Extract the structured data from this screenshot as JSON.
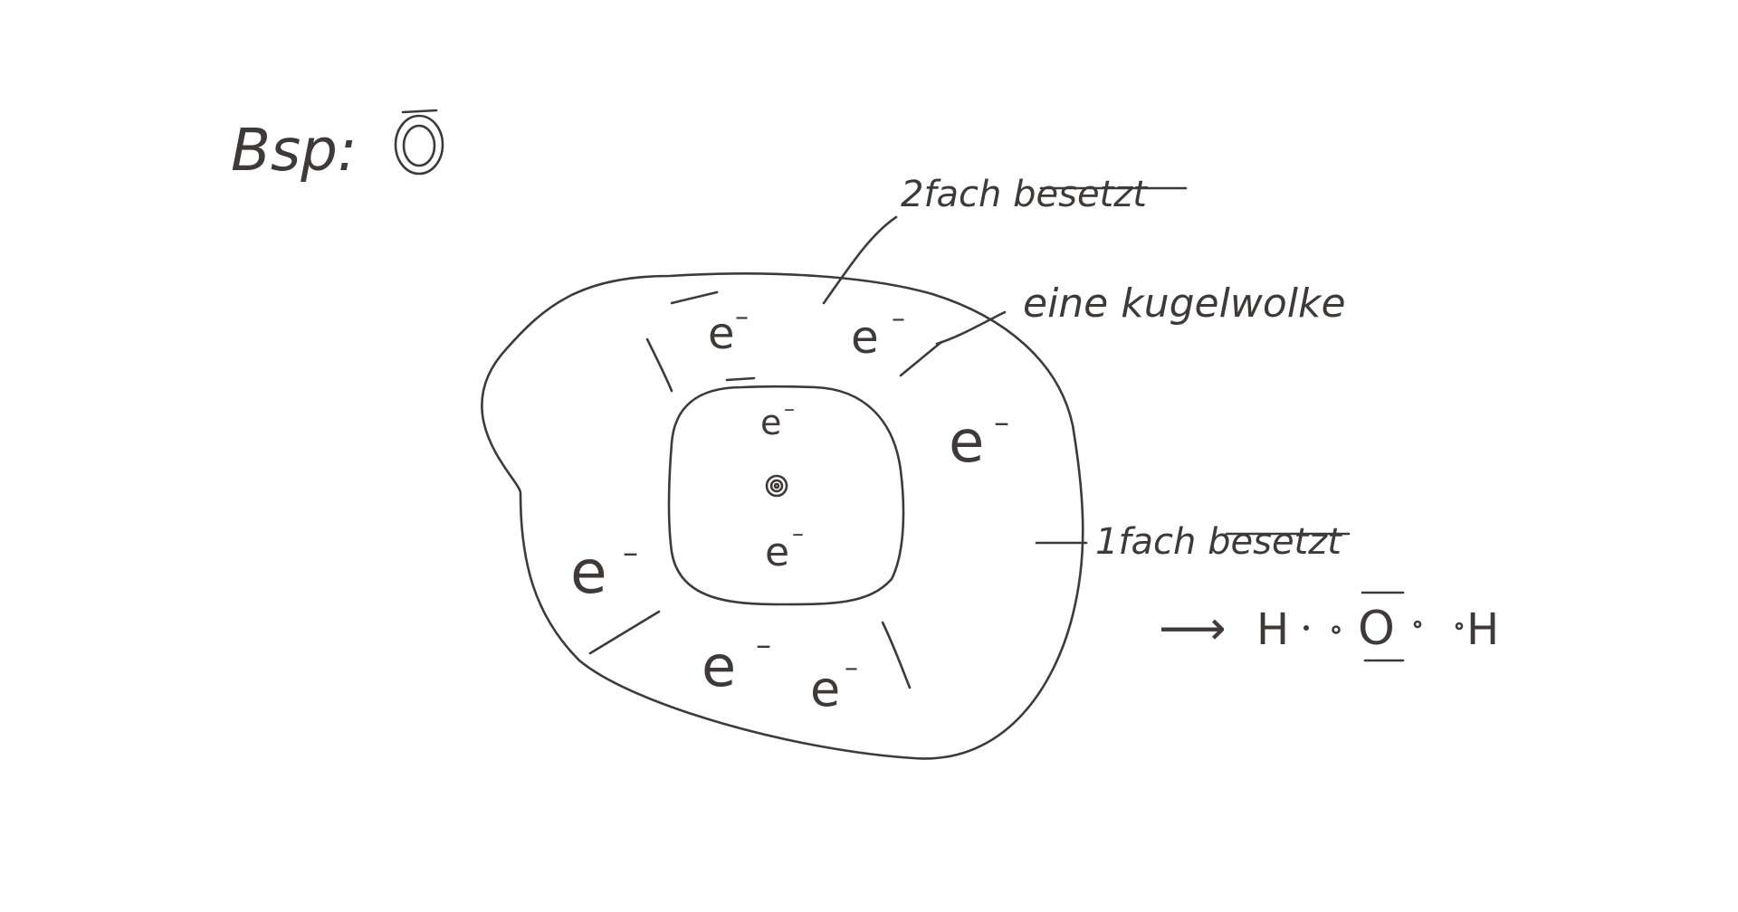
{
  "heading": {
    "example_label": "Bsp:",
    "element_symbol": "O"
  },
  "labels": {
    "doubly_occupied": "2fach besetzt",
    "sphere_cloud": "eine kugelwolke",
    "singly_occupied": "1fach besetzt"
  },
  "electrons": {
    "symbol": "e",
    "charge": "–"
  },
  "water_formula": {
    "arrow": "⟶",
    "left_hydrogen": "H",
    "oxygen": "O",
    "right_hydrogen": "H"
  },
  "colors": {
    "ink": "#3f3a37",
    "background": "#ffffff"
  }
}
